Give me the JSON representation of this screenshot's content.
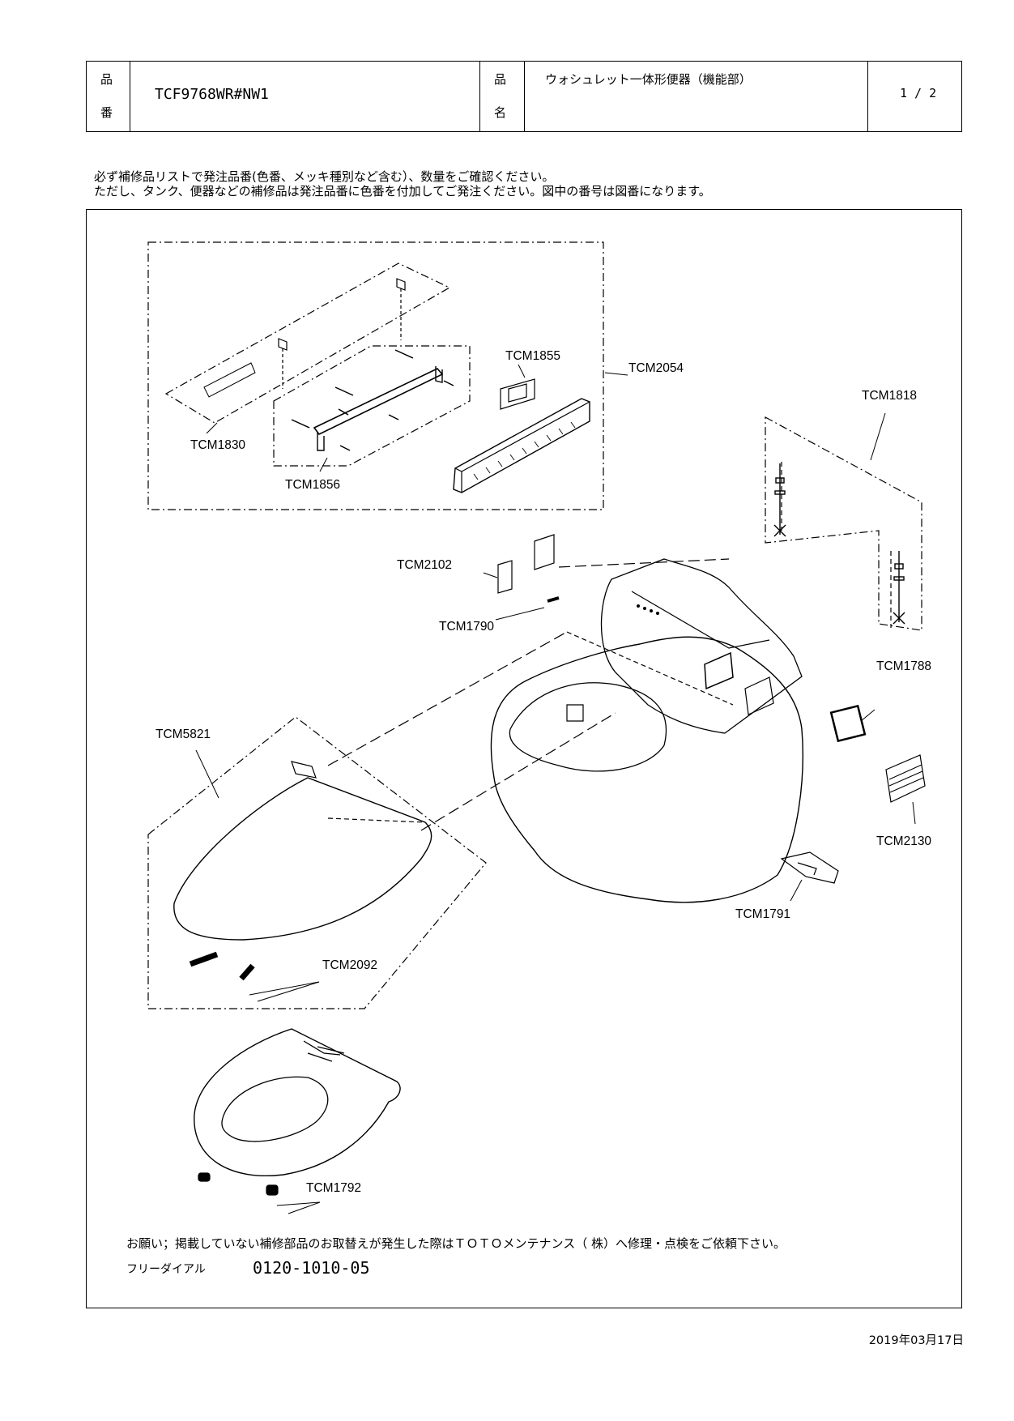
{
  "header": {
    "hinban_label_1": "品",
    "hinban_label_2": "番",
    "product_code": "TCF9768WR#NW1",
    "hinmei_label_1": "品",
    "hinmei_label_2": "名",
    "product_name": "ウォシュレット一体形便器（機能部）",
    "page": "1 / 2"
  },
  "notes": [
    "必ず補修品リストで発注品番(色番、メッキ種別など含む）、数量をご確認ください。",
    "ただし、タンク、便器などの補修品は発注品番に色番を付加してご発注ください。図中の番号は図番になります。"
  ],
  "parts": {
    "tcm1830": "TCM1830",
    "tcm1856": "TCM1856",
    "tcm1855": "TCM1855",
    "tcm2054": "TCM2054",
    "tcm1818": "TCM1818",
    "tcm2102": "TCM2102",
    "tcm1790": "TCM1790",
    "tcm1788": "TCM1788",
    "tcm5821": "TCM5821",
    "tcm2130": "TCM2130",
    "tcm1791": "TCM1791",
    "tcm2092": "TCM2092",
    "tcm1792": "TCM1792"
  },
  "footer": {
    "request": "お願い；掲載していない補修部品のお取替えが発生した際はＴＯＴＯメンテナンス（ 株）へ修理・点検をご依頼下さい。",
    "freedial_label": "フリーダイアル",
    "freedial_number": "0120-1010-05"
  },
  "date": "2019年03月17日"
}
